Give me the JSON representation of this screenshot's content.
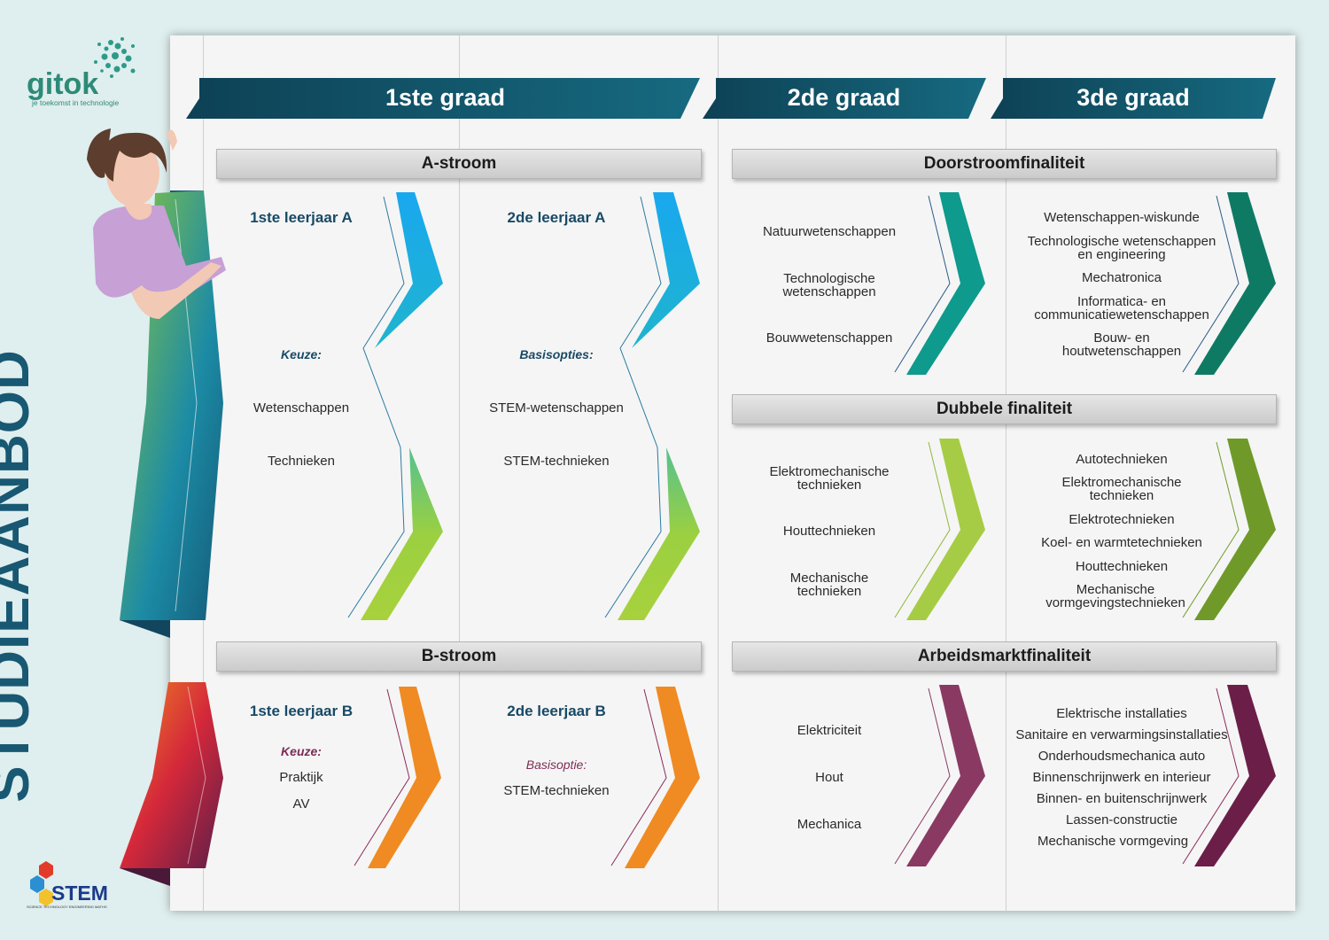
{
  "logo": {
    "name": "gitok",
    "tagline": "je toekomst in technologie"
  },
  "side_title": "STUDIEAANBOD",
  "stem_logo": {
    "text": "STEM",
    "subtitle": "SCIENCE TECHNOLOGY ENGINEERING MATHS"
  },
  "banners": [
    "1ste graad",
    "2de graad",
    "3de graad"
  ],
  "sections": {
    "a_stroom": "A-stroom",
    "b_stroom": "B-stroom",
    "doorstroom": "Doorstroomfinaliteit",
    "dubbele": "Dubbele finaliteit",
    "arbeidsmarkt": "Arbeidsmarktfinaliteit"
  },
  "a1": {
    "title": "1ste leerjaar A",
    "label": "Keuze:",
    "items": [
      "Wetenschappen",
      "Technieken"
    ]
  },
  "a2": {
    "title": "2de leerjaar A",
    "label": "Basisopties:",
    "items": [
      "STEM-wetenschappen",
      "STEM-technieken"
    ]
  },
  "b1": {
    "title": "1ste leerjaar B",
    "label": "Keuze:",
    "items": [
      "Praktijk",
      "AV"
    ]
  },
  "b2": {
    "title": "2de leerjaar B",
    "label": "Basisoptie:",
    "items": [
      "STEM-technieken"
    ]
  },
  "doorstroom_2": [
    "Natuurwetenschappen",
    "Technologische\nwetenschappen",
    "Bouwwetenschappen"
  ],
  "doorstroom_3": [
    "Wetenschappen-wiskunde",
    "Technologische wetenschappen\nen engineering",
    "Mechatronica",
    "Informatica- en\ncommunicatiewetenschappen",
    "Bouw- en\nhoutwetenschappen"
  ],
  "dubbele_2": [
    "Elektromechanische\ntechnieken",
    "Houttechnieken",
    "Mechanische\ntechnieken"
  ],
  "dubbele_3": [
    "Autotechnieken",
    "Elektromechanische\ntechnieken",
    "Elektrotechnieken",
    "Koel- en warmtetechnieken",
    "Houttechnieken",
    "Mechanische\nvormgevingstechnieken"
  ],
  "arbeid_2": [
    "Elektriciteit",
    "Hout",
    "Mechanica"
  ],
  "arbeid_3": [
    "Elektrische installaties",
    "Sanitaire en verwarmingsinstallaties",
    "Onderhoudsmechanica auto",
    "Binnenschrijnwerk en interieur",
    "Binnen- en buitenschrijnwerk",
    "Lassen-constructie",
    "Mechanische vormgeving"
  ],
  "colors": {
    "banner": "#134d63",
    "a_stroom": [
      "#1fb0ea",
      "#26b8c8",
      "#a5d040"
    ],
    "b_stroom": "#f08a22",
    "doorstroom": "#109a8a",
    "dubbele": "#8fc03a",
    "arbeidsmarkt": "#7e2d55",
    "side_title": "#185873"
  }
}
